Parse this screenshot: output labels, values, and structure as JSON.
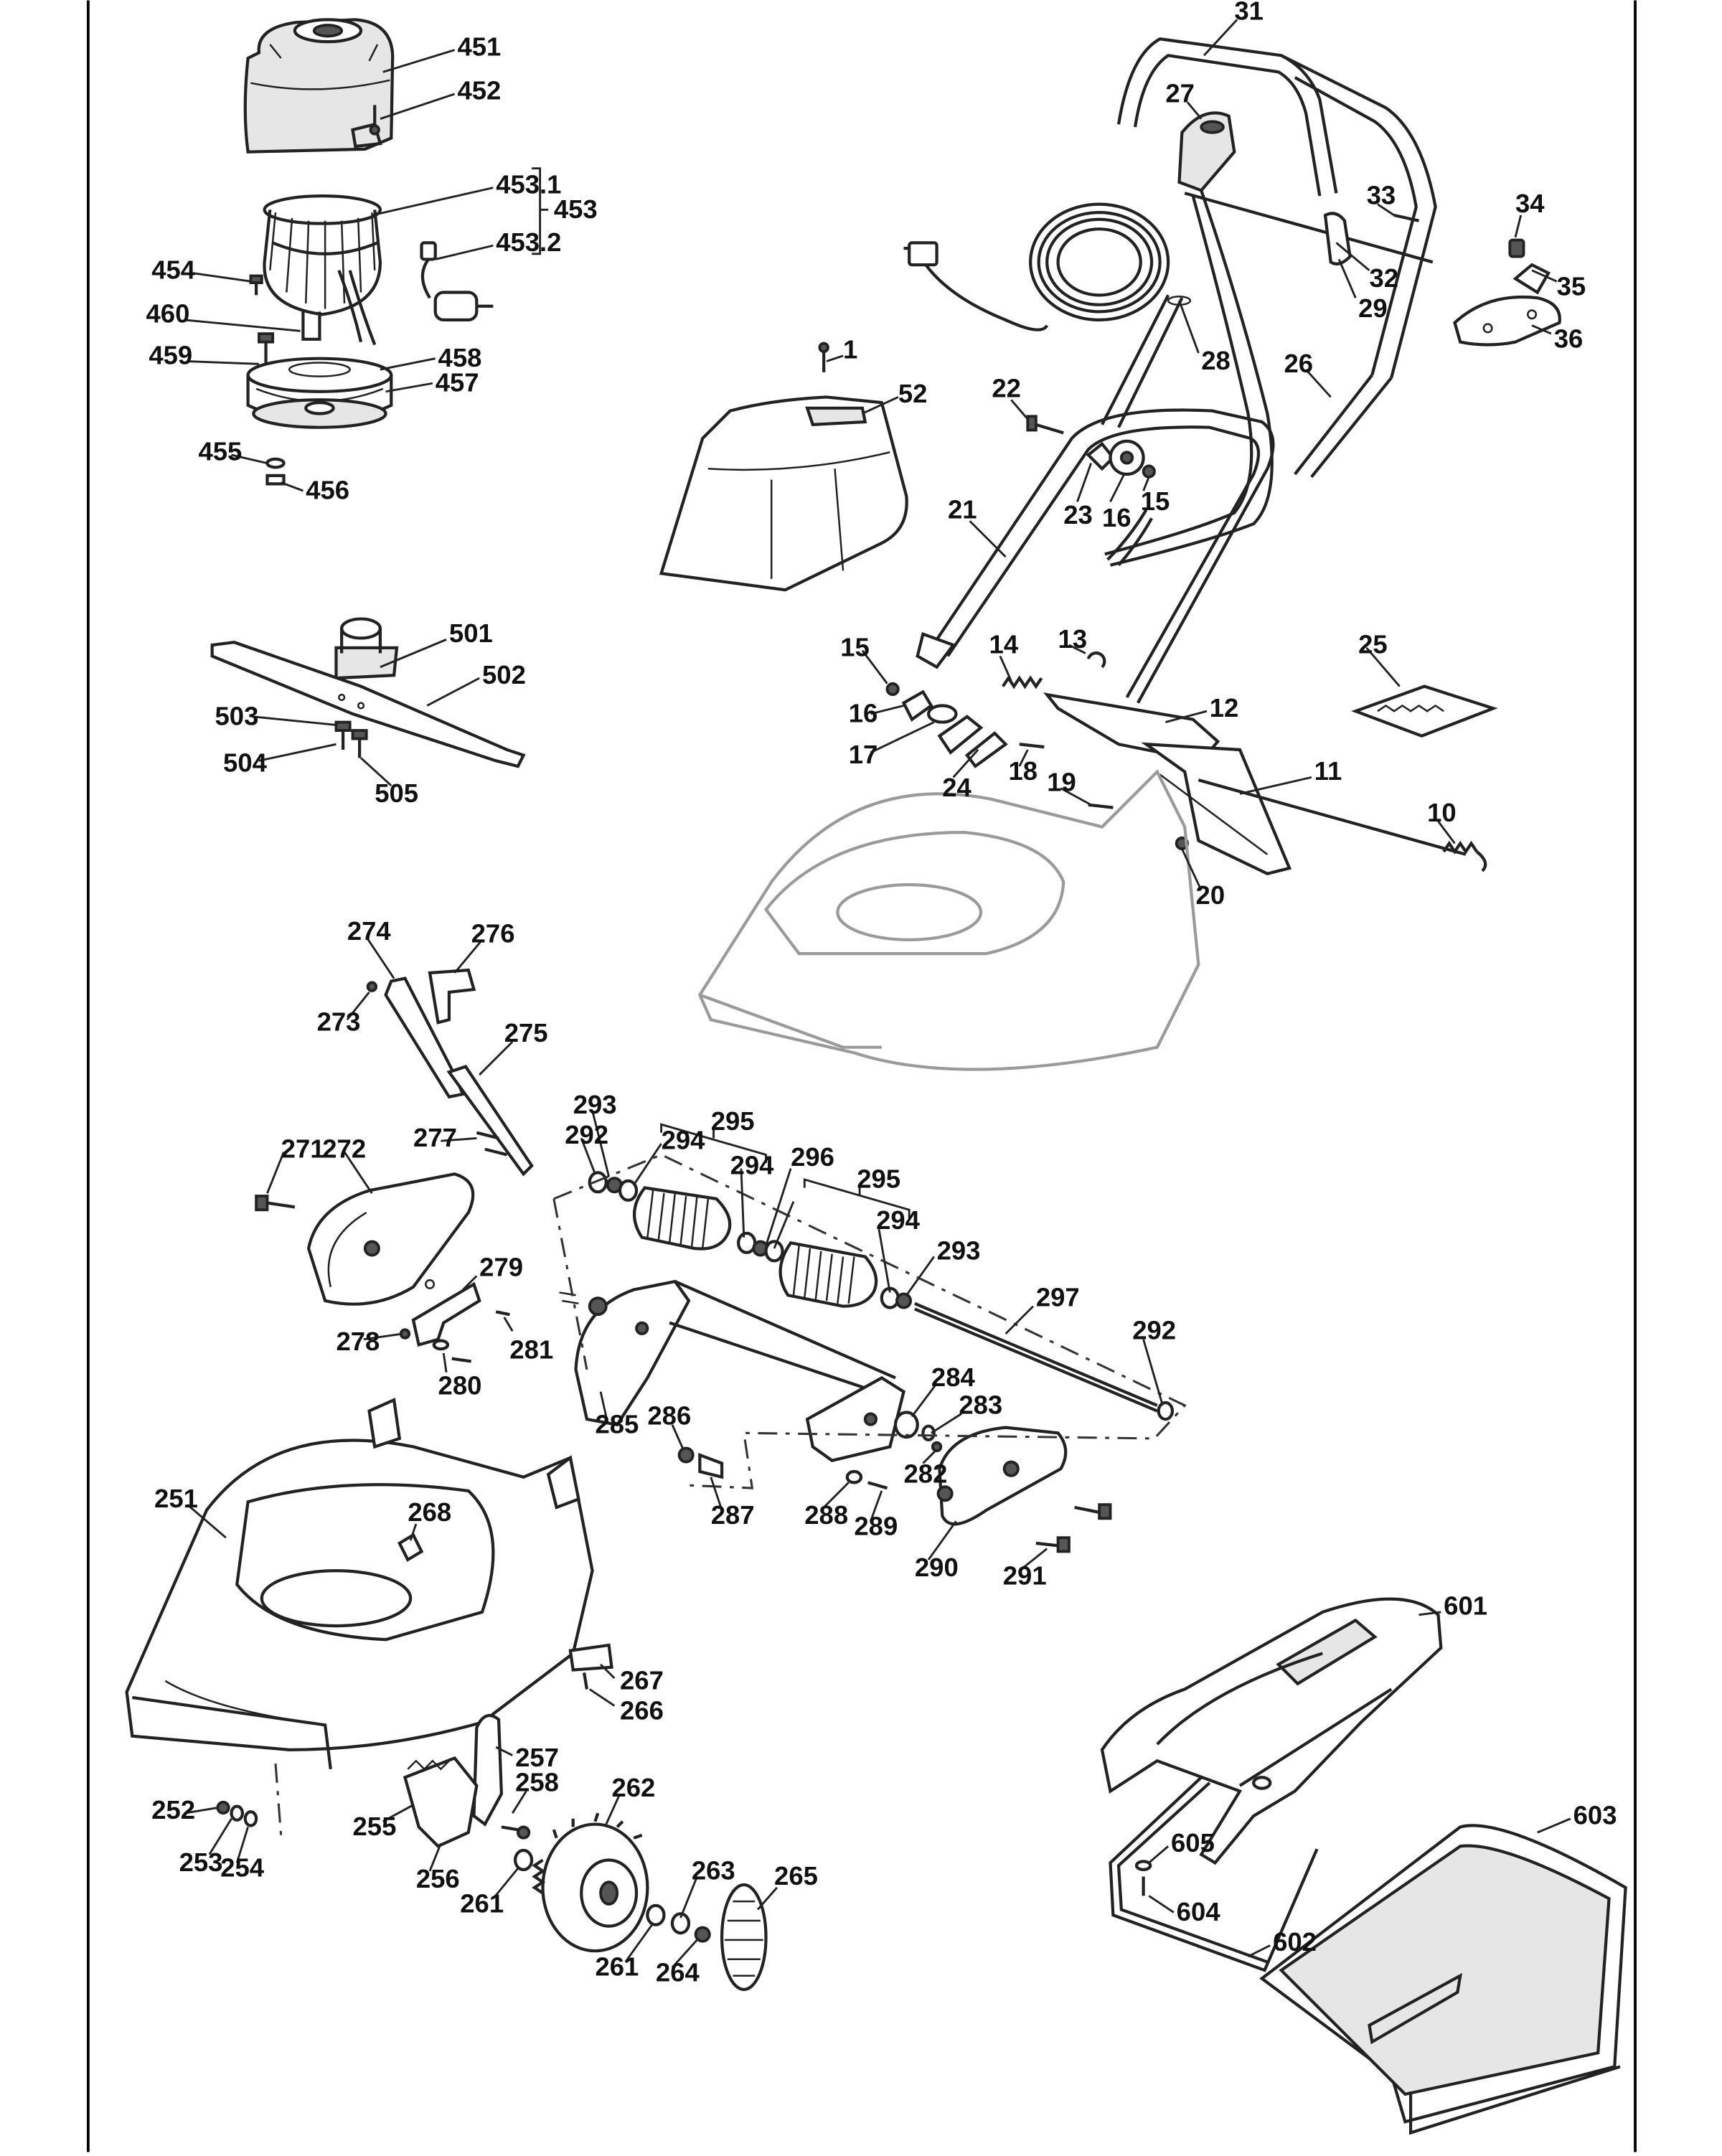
{
  "callouts": [
    {
      "id": "c451",
      "label": "451"
    },
    {
      "id": "c452",
      "label": "452"
    },
    {
      "id": "c453-1",
      "label": "453.1"
    },
    {
      "id": "c453",
      "label": "453"
    },
    {
      "id": "c453-2",
      "label": "453.2"
    },
    {
      "id": "c454",
      "label": "454"
    },
    {
      "id": "c460",
      "label": "460"
    },
    {
      "id": "c459",
      "label": "459"
    },
    {
      "id": "c458",
      "label": "458"
    },
    {
      "id": "c457",
      "label": "457"
    },
    {
      "id": "c455",
      "label": "455"
    },
    {
      "id": "c456",
      "label": "456"
    },
    {
      "id": "c1",
      "label": "1"
    },
    {
      "id": "c52",
      "label": "52"
    },
    {
      "id": "c31",
      "label": "31"
    },
    {
      "id": "c27",
      "label": "27"
    },
    {
      "id": "c33",
      "label": "33"
    },
    {
      "id": "c34",
      "label": "34"
    },
    {
      "id": "c35",
      "label": "35"
    },
    {
      "id": "c32",
      "label": "32"
    },
    {
      "id": "c29",
      "label": "29"
    },
    {
      "id": "c36",
      "label": "36"
    },
    {
      "id": "c28",
      "label": "28"
    },
    {
      "id": "c26",
      "label": "26"
    },
    {
      "id": "c22",
      "label": "22"
    },
    {
      "id": "c23",
      "label": "23"
    },
    {
      "id": "c16a",
      "label": "16"
    },
    {
      "id": "c15a",
      "label": "15"
    },
    {
      "id": "c21",
      "label": "21"
    },
    {
      "id": "c501",
      "label": "501"
    },
    {
      "id": "c502",
      "label": "502"
    },
    {
      "id": "c503",
      "label": "503"
    },
    {
      "id": "c504",
      "label": "504"
    },
    {
      "id": "c505",
      "label": "505"
    },
    {
      "id": "c15b",
      "label": "15"
    },
    {
      "id": "c16b",
      "label": "16"
    },
    {
      "id": "c17",
      "label": "17"
    },
    {
      "id": "c14",
      "label": "14"
    },
    {
      "id": "c13",
      "label": "13"
    },
    {
      "id": "c12",
      "label": "12"
    },
    {
      "id": "c25",
      "label": "25"
    },
    {
      "id": "c24",
      "label": "24"
    },
    {
      "id": "c18",
      "label": "18"
    },
    {
      "id": "c19",
      "label": "19"
    },
    {
      "id": "c11",
      "label": "11"
    },
    {
      "id": "c10",
      "label": "10"
    },
    {
      "id": "c20",
      "label": "20"
    },
    {
      "id": "c274",
      "label": "274"
    },
    {
      "id": "c276",
      "label": "276"
    },
    {
      "id": "c273",
      "label": "273"
    },
    {
      "id": "c275",
      "label": "275"
    },
    {
      "id": "c271",
      "label": "271"
    },
    {
      "id": "c272",
      "label": "272"
    },
    {
      "id": "c277",
      "label": "277"
    },
    {
      "id": "c293a",
      "label": "293"
    },
    {
      "id": "c292a",
      "label": "292"
    },
    {
      "id": "c294a",
      "label": "294"
    },
    {
      "id": "c295a",
      "label": "295"
    },
    {
      "id": "c294b",
      "label": "294"
    },
    {
      "id": "c296",
      "label": "296"
    },
    {
      "id": "c295b",
      "label": "295"
    },
    {
      "id": "c294c",
      "label": "294"
    },
    {
      "id": "c294d",
      "label": "294"
    },
    {
      "id": "c293b",
      "label": "293"
    },
    {
      "id": "c297",
      "label": "297"
    },
    {
      "id": "c292b",
      "label": "292"
    },
    {
      "id": "c279",
      "label": "279"
    },
    {
      "id": "c278",
      "label": "278"
    },
    {
      "id": "c281",
      "label": "281"
    },
    {
      "id": "c280",
      "label": "280"
    },
    {
      "id": "c285",
      "label": "285"
    },
    {
      "id": "c286",
      "label": "286"
    },
    {
      "id": "c284",
      "label": "284"
    },
    {
      "id": "c283",
      "label": "283"
    },
    {
      "id": "c282",
      "label": "282"
    },
    {
      "id": "c287",
      "label": "287"
    },
    {
      "id": "c288",
      "label": "288"
    },
    {
      "id": "c289",
      "label": "289"
    },
    {
      "id": "c290",
      "label": "290"
    },
    {
      "id": "c291",
      "label": "291"
    },
    {
      "id": "c251",
      "label": "251"
    },
    {
      "id": "c268",
      "label": "268"
    },
    {
      "id": "c267",
      "label": "267"
    },
    {
      "id": "c266",
      "label": "266"
    },
    {
      "id": "c257",
      "label": "257"
    },
    {
      "id": "c258",
      "label": "258"
    },
    {
      "id": "c262",
      "label": "262"
    },
    {
      "id": "c252",
      "label": "252"
    },
    {
      "id": "c253",
      "label": "253"
    },
    {
      "id": "c254",
      "label": "254"
    },
    {
      "id": "c255",
      "label": "255"
    },
    {
      "id": "c256",
      "label": "256"
    },
    {
      "id": "c261a",
      "label": "261"
    },
    {
      "id": "c263",
      "label": "263"
    },
    {
      "id": "c265",
      "label": "265"
    },
    {
      "id": "c261b",
      "label": "261"
    },
    {
      "id": "c264",
      "label": "264"
    },
    {
      "id": "c601",
      "label": "601"
    },
    {
      "id": "c603",
      "label": "603"
    },
    {
      "id": "c605",
      "label": "605"
    },
    {
      "id": "c604",
      "label": "604"
    },
    {
      "id": "c602",
      "label": "602"
    }
  ]
}
